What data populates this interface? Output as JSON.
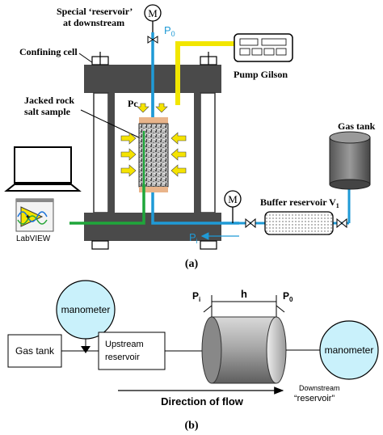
{
  "panel_a": {
    "special_reservoir_label_line1": "Special ‘reservoir’",
    "special_reservoir_label_line2": "at downstream",
    "gauge_symbol_top": "M",
    "p0_label": "P",
    "p0_sub": "0",
    "confining_cell_label": "Confining cell",
    "pump_label": "Pump Gilson",
    "pc_label": "Pc",
    "sample_label_line1": "Jacked rock",
    "sample_label_line2": "salt sample",
    "gas_tank_label": "Gas tank",
    "pc_box_label": "PC",
    "labview_label": "LabVIEW",
    "gauge_symbol_bottom": "M",
    "buffer_label": "Buffer reservoir  V",
    "buffer_sub": "1",
    "pi_label": "P",
    "pi_sub": "i",
    "caption": "(a)",
    "colors": {
      "frame": "#4a4a4a",
      "pipe_blue": "#1f9ad6",
      "pipe_yellow": "#f2e600",
      "pipe_green": "#1fa63a",
      "sample_cap": "#e9b48a",
      "arrow_yellow": "#f5e300"
    }
  },
  "panel_b": {
    "manometer_left": "manometer",
    "gas_tank_box": "Gas tank",
    "upstream_line1": "Upstream",
    "upstream_line2": "reservoir",
    "pi_label": "P",
    "pi_sub": "i",
    "h_label": "h",
    "p0_label": "P",
    "p0_sub": "0",
    "manometer_right": "manometer",
    "downstream_line1": "Downstream",
    "downstream_line2": "“reservoir”",
    "direction_label": "Direction of flow",
    "caption": "(b)",
    "colors": {
      "manometer_fill": "#c9f1fb",
      "cylinder_dark": "#6b6b6b",
      "cylinder_light": "#cfcfcf"
    }
  }
}
